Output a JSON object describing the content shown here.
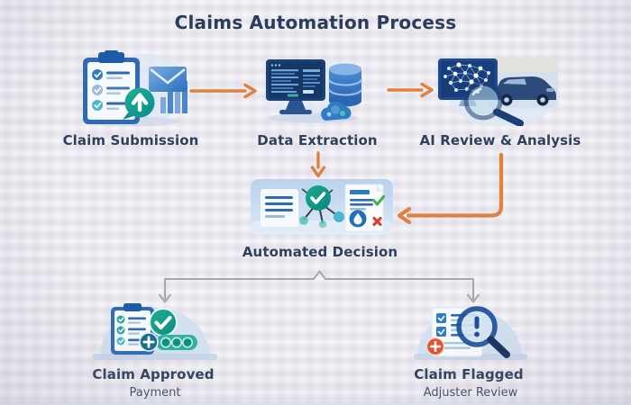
{
  "title": "Claims Automation Process",
  "nodes": {
    "claim_submission": {
      "label": "Claim Submission",
      "icon": "clipboard-upload-envelope-chart-icon"
    },
    "data_extraction": {
      "label": "Data Extraction",
      "icon": "monitor-database-cloud-icon"
    },
    "ai_review": {
      "label": "AI Review & Analysis",
      "icon": "neural-network-magnifier-car-icon"
    },
    "automated_decision": {
      "label": "Automated Decision",
      "icon": "documents-check-decision-tree-icon"
    },
    "claim_approved": {
      "label": "Claim Approved",
      "sublabel": "Payment",
      "icon": "clipboard-check-coins-icon"
    },
    "claim_flagged": {
      "label": "Claim Flagged",
      "sublabel": "Adjuster Review",
      "icon": "document-alert-magnifier-icon"
    }
  },
  "edges": [
    {
      "from": "claim_submission",
      "to": "data_extraction",
      "style": "orange-arrow"
    },
    {
      "from": "data_extraction",
      "to": "ai_review",
      "style": "orange-arrow"
    },
    {
      "from": "data_extraction",
      "to": "automated_decision",
      "style": "orange-arrow"
    },
    {
      "from": "ai_review",
      "to": "automated_decision",
      "style": "orange-arrow-elbow"
    },
    {
      "from": "automated_decision",
      "to": "claim_approved",
      "style": "gray-arrow"
    },
    {
      "from": "automated_decision",
      "to": "claim_flagged",
      "style": "gray-arrow"
    }
  ],
  "colors": {
    "background": "#eceaf1",
    "title_text": "#2c3d59",
    "label_text": "#2e405e",
    "arrow_orange": "#e0813f",
    "connector_gray": "#a6a6ab",
    "teal_accent": "#14a08d",
    "blue_primary": "#2a6fc0",
    "navy_dark": "#1b3f77",
    "alert_red": "#e2542f",
    "approve_green": "#41b64e"
  }
}
